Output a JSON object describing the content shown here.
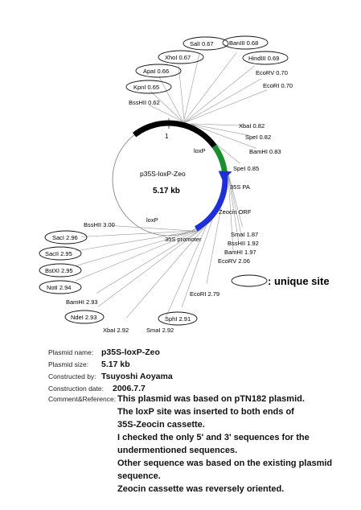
{
  "plasmid_label": "p35S-loxP-Zeo",
  "size_label": "5.17 kb",
  "origin_label": "1",
  "features": [
    {
      "name": "loxP",
      "start": 0.895,
      "end": 0.91,
      "color": "#000000"
    },
    {
      "name": "35S PA",
      "start": 0.9,
      "end": 0.15,
      "color": "#000000"
    },
    {
      "name": "Zeocin ORF",
      "start": 0.15,
      "end": 0.235,
      "color": "#1b8f2e"
    },
    {
      "name": "35S promoter",
      "start": 0.235,
      "end": 0.41,
      "color": "#1f2fd6"
    },
    {
      "name": "loxP",
      "start": 0.405,
      "end": 0.42,
      "color": "#1f2fd6"
    }
  ],
  "feature_labels": [
    "loxP",
    "35S PA",
    "Zeocin ORF",
    "35S promoter",
    "loxP"
  ],
  "sites": [
    {
      "text": "SalI 0.67",
      "unique": true,
      "pos": 0.04
    },
    {
      "text": "BanIII 0.68",
      "unique": true,
      "pos": 0.041
    },
    {
      "text": "XhoI 0.67",
      "unique": true,
      "pos": 0.042
    },
    {
      "text": "HindIII 0.69",
      "unique": true,
      "pos": 0.043
    },
    {
      "text": "ApaI 0.66",
      "unique": true,
      "pos": 0.038
    },
    {
      "text": "EcoRV 0.70",
      "unique": false,
      "pos": 0.044
    },
    {
      "text": "KpnI 0.65",
      "unique": true,
      "pos": 0.037
    },
    {
      "text": "EcoRI 0.70",
      "unique": false,
      "pos": 0.045
    },
    {
      "text": "BssHII 0.62",
      "unique": false,
      "pos": 0.036
    },
    {
      "text": "XbaI 0.82",
      "unique": false,
      "pos": 0.058
    },
    {
      "text": "SpeI 0.82",
      "unique": false,
      "pos": 0.06
    },
    {
      "text": "BamHI 0.83",
      "unique": false,
      "pos": 0.062
    },
    {
      "text": "SpeI 0.85",
      "unique": false,
      "pos": 0.066
    },
    {
      "text": "SmaI 1.87",
      "unique": false,
      "pos": 0.23
    },
    {
      "text": "BssHII 1.92",
      "unique": false,
      "pos": 0.232
    },
    {
      "text": "BamHI 1.97",
      "unique": false,
      "pos": 0.234
    },
    {
      "text": "EcoRV 2.06",
      "unique": false,
      "pos": 0.236
    },
    {
      "text": "EcoRI 2.79",
      "unique": false,
      "pos": 0.33
    },
    {
      "text": "SphI 2.91",
      "unique": true,
      "pos": 0.37
    },
    {
      "text": "SmaI 2.92",
      "unique": false,
      "pos": 0.39
    },
    {
      "text": "XbaI 2.92",
      "unique": false,
      "pos": 0.395
    },
    {
      "text": "NdeI 2.93",
      "unique": true,
      "pos": 0.405
    },
    {
      "text": "BamHI 2.93",
      "unique": false,
      "pos": 0.407
    },
    {
      "text": "NotI 2.94",
      "unique": true,
      "pos": 0.409
    },
    {
      "text": "BstXI 2.95",
      "unique": true,
      "pos": 0.411
    },
    {
      "text": "SacII 2.95",
      "unique": true,
      "pos": 0.413
    },
    {
      "text": "SacI 2.96",
      "unique": true,
      "pos": 0.415
    },
    {
      "text": "BssHII 3.00",
      "unique": false,
      "pos": 0.418
    }
  ],
  "legend_text": ": unique site",
  "info": {
    "plasmid_name_label": "Plasmid name:",
    "plasmid_name": "p35S-loxP-Zeo",
    "plasmid_size_label": "Plasmid size:",
    "plasmid_size": "5.17 kb",
    "constructed_by_label": "Constructed by:",
    "constructed_by": "Tsuyoshi Aoyama",
    "construction_date_label": "Construction date:",
    "construction_date": "2006.7.7",
    "comment_label": "Comment&Reference:",
    "comments": [
      "This plasmid was based on pTN182 plasmid.",
      "The loxP site was inserted to both ends of",
      "35S-Zeocin cassette.",
      "I checked the only 5' and 3' sequences for the",
      "undermentioned sequences.",
      "Other sequence was based on the existing plasmid",
      "sequence.",
      "Zeocin cassette was reversely oriented."
    ]
  }
}
